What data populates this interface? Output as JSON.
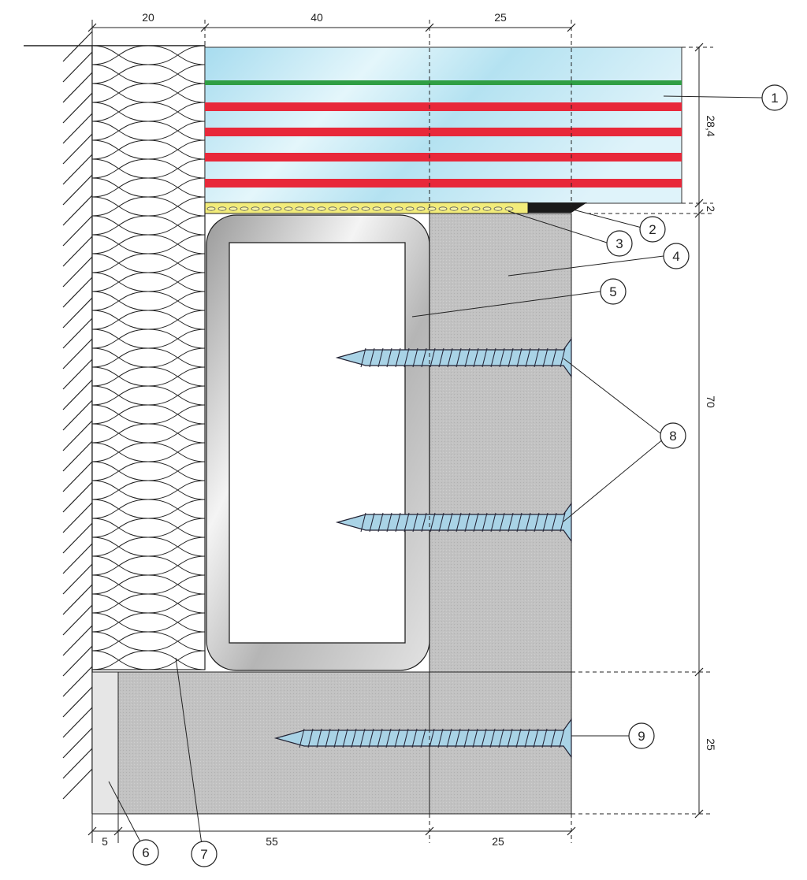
{
  "dimensions": {
    "top": [
      "20",
      "40",
      "25"
    ],
    "bottom": [
      "5",
      "55",
      "25"
    ],
    "right": [
      "28,4",
      "2",
      "70",
      "25"
    ]
  },
  "callouts": [
    "1",
    "2",
    "3",
    "4",
    "5",
    "6",
    "7",
    "8",
    "9"
  ],
  "colors": {
    "glass": "#bfe6f2",
    "interlayer_red": "#e8283a",
    "interlayer_green": "#2f9e44",
    "bedding": "#f2ec7a",
    "wood": "#bdbdbd",
    "steel": "#d9d9d9",
    "screw": "#a9d3e6",
    "setting_block": "#1a1a1a"
  }
}
